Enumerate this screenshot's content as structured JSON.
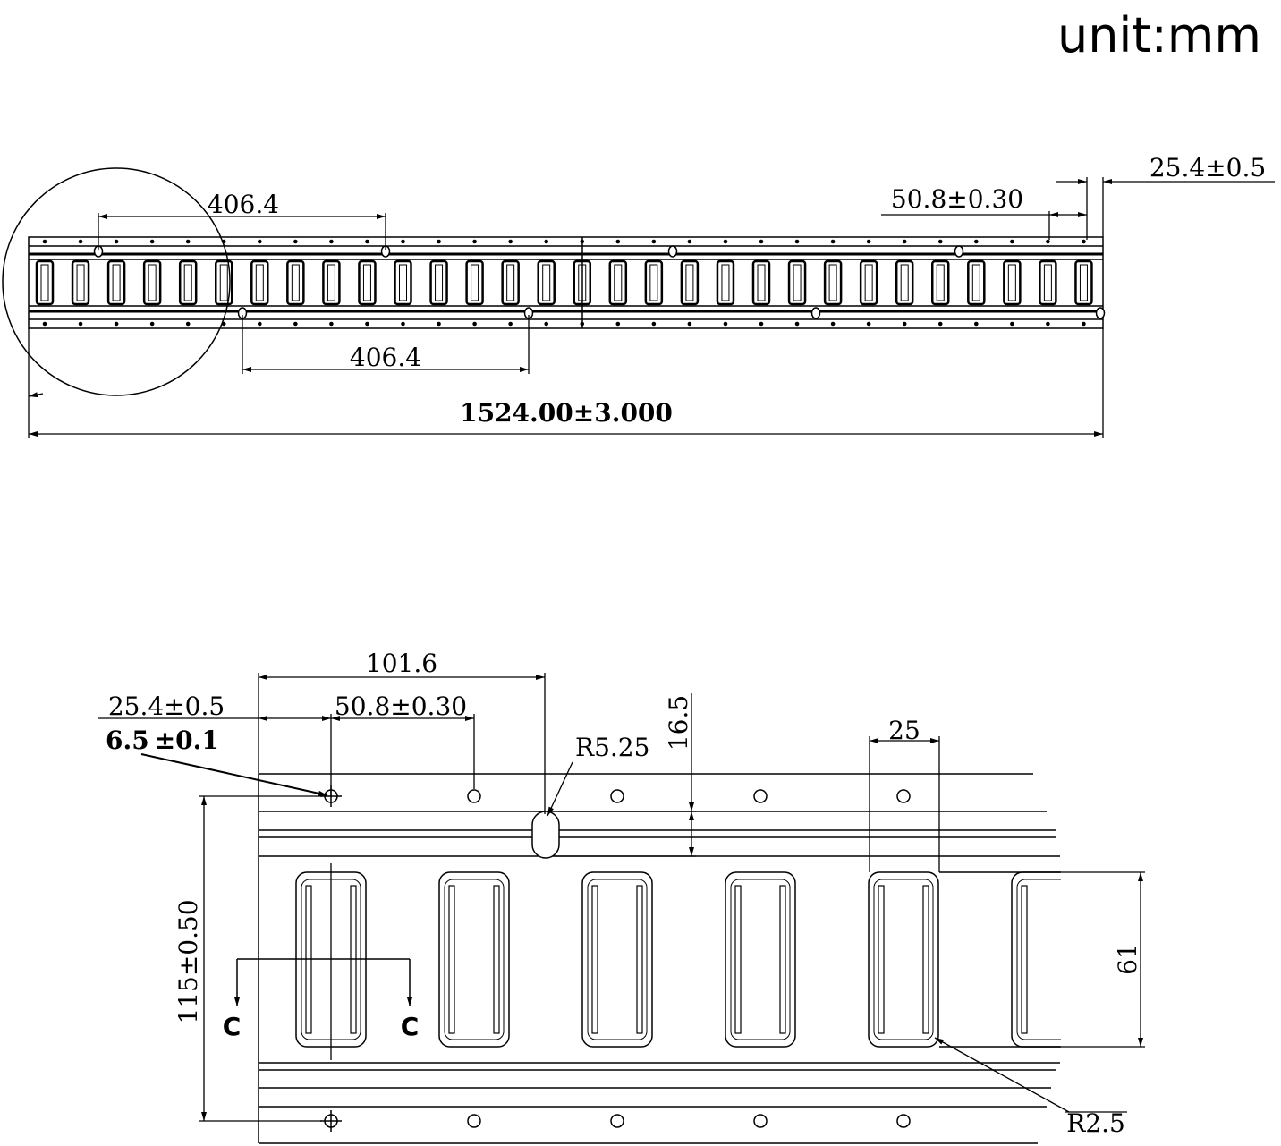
{
  "unit_label": "unit:mm",
  "top_view": {
    "slot_count": 30,
    "dim_hole_pitch_top": "406.4",
    "dim_hole_pitch_bottom": "406.4",
    "dim_total_length": "1524.00±3.000",
    "dim_slot_pitch": "50.8±0.30",
    "dim_end_offset": "25.4±0.5"
  },
  "detail_view": {
    "dim_101_6": "101.6",
    "dim_end_offset": "25.4±0.5",
    "dim_slot_pitch": "50.8±0.30",
    "dim_hole_dia": "6.5",
    "dim_hole_tol": "±0.1",
    "dim_slot_radius": "R5.25",
    "dim_16_5": "16.5",
    "dim_25": "25",
    "dim_61": "61",
    "dim_width": "115±0.50",
    "dim_corner_radius": "R2.5",
    "section_label_left": "C",
    "section_label_right": "C"
  }
}
